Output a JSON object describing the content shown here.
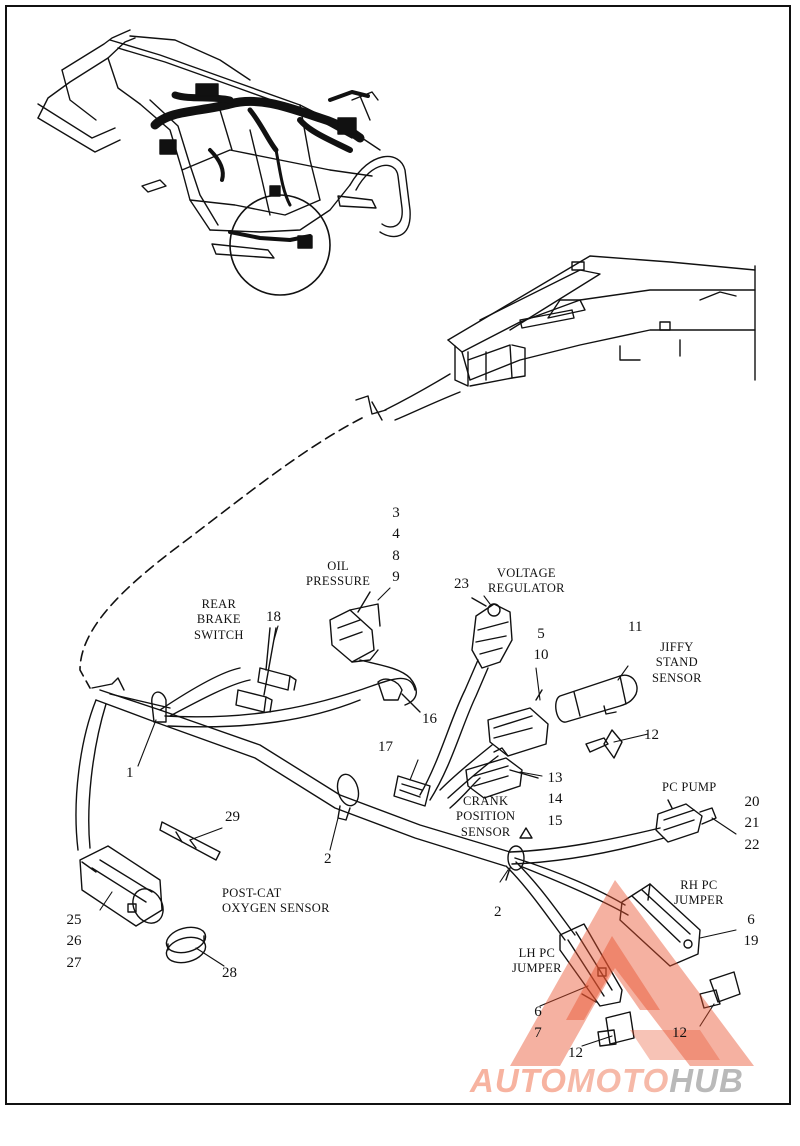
{
  "colors": {
    "ink": "#111111",
    "watermark_red": "#e8522e",
    "watermark_grey": "#8a8a8a"
  },
  "labels": {
    "oil_pressure": [
      "OIL",
      "PRESSURE"
    ],
    "oil_pressure_refs": [
      "3",
      "4",
      "8",
      "9"
    ],
    "voltage_regulator": [
      "VOLTAGE",
      "REGULATOR"
    ],
    "voltage_regulator_ref": "23",
    "rear_brake_switch": [
      "REAR",
      "BRAKE",
      "SWITCH"
    ],
    "rear_brake_switch_ref": "18",
    "jiffy_stand_sensor": [
      "JIFFY",
      "STAND",
      "SENSOR"
    ],
    "jiffy_stand_ref": "11",
    "regulator_conn_refs": [
      "5",
      "10"
    ],
    "crank_position_sensor": [
      "CRANK",
      "POSITION",
      "SENSOR"
    ],
    "crank_refs": [
      "13",
      "14",
      "15"
    ],
    "pc_pump": "PC PUMP",
    "pc_pump_refs": [
      "20",
      "21",
      "22"
    ],
    "rh_pc_jumper": [
      "RH PC",
      "JUMPER"
    ],
    "rh_pc_refs": [
      "6",
      "19"
    ],
    "lh_pc_jumper": [
      "LH PC",
      "JUMPER"
    ],
    "lh_pc_refs": [
      "6",
      "7"
    ],
    "post_cat_oxygen_sensor": [
      "POST-CAT",
      "OXYGEN SENSOR"
    ],
    "post_cat_refs": [
      "25",
      "26",
      "27"
    ],
    "ref_1": "1",
    "ref_2a": "2",
    "ref_2b": "2",
    "ref_12a": "12",
    "ref_12b": "12",
    "ref_12c": "12",
    "ref_16": "16",
    "ref_17": "17",
    "ref_28": "28",
    "ref_29": "29"
  },
  "watermark": {
    "part1": "AUTO",
    "part2": "MOTO",
    "part3": "HUB"
  }
}
